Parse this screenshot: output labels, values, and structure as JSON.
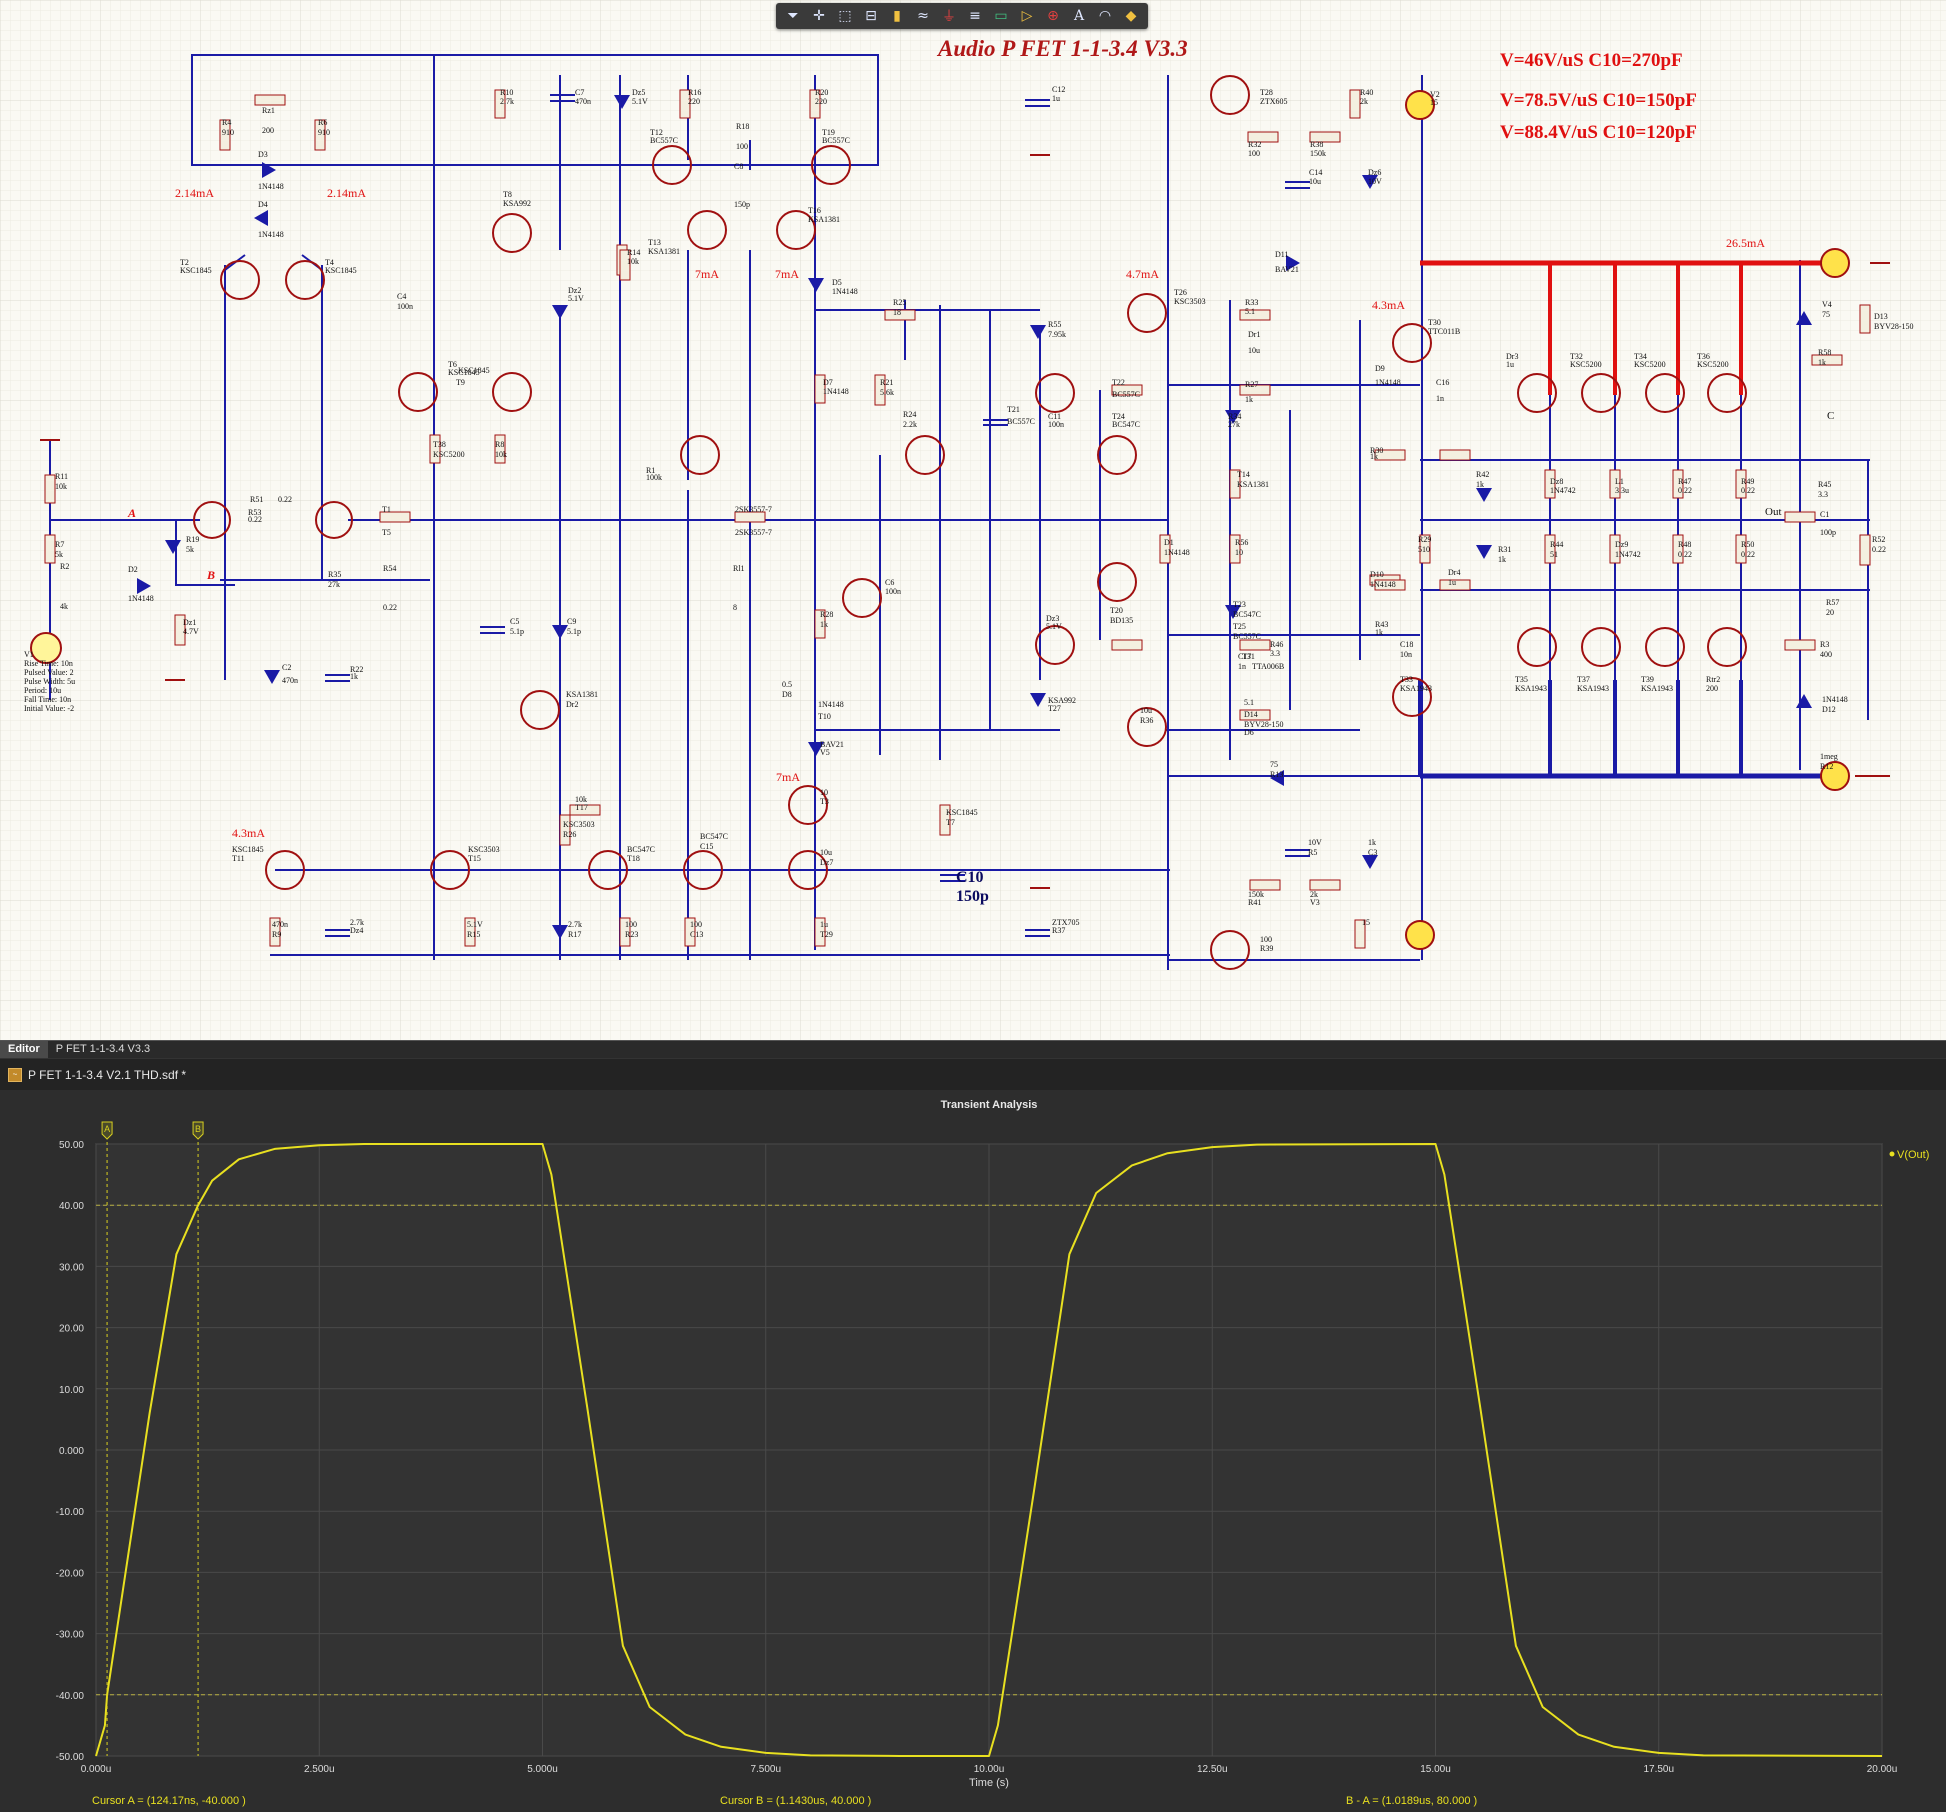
{
  "toolbar": {
    "items": [
      "filter-icon",
      "crosshair-icon",
      "select-box-icon",
      "align-icon",
      "component-icon",
      "wire-icon",
      "ground-icon",
      "bus-icon",
      "net-label-icon",
      "port-icon",
      "probe-icon",
      "text-icon",
      "arc-icon",
      "shape-icon"
    ]
  },
  "schematic": {
    "title": "Audio P FET 1-1-3.4 V3.3",
    "notes": [
      "V=46V/uS C10=270pF",
      "V=78.5V/uS C10=150pF",
      "V=88.4V/uS C10=120pF"
    ],
    "c10_label": "C10",
    "c10_value": "150p",
    "currents": [
      "2.14mA",
      "2.14mA",
      "7mA",
      "7mA",
      "4.7mA",
      "4.3mA",
      "26.5mA",
      "4.3mA",
      "7mA"
    ],
    "net_labels": [
      "A",
      "B",
      "Out",
      "C"
    ],
    "components": [
      "Rz1",
      "200",
      "R4",
      "910",
      "R6",
      "910",
      "D3",
      "1N4148",
      "D4",
      "1N4148",
      "T2",
      "KSC1845",
      "T4",
      "KSC1845",
      "R10",
      "2.7k",
      "C7",
      "470n",
      "Dz5",
      "5.1V",
      "R16",
      "220",
      "R20",
      "220",
      "T12",
      "BC557C",
      "T19",
      "BC557C",
      "R18",
      "100",
      "C8",
      "150p",
      "T8",
      "KSA992",
      "T13",
      "KSA1381",
      "T16",
      "KSA1381",
      "R14",
      "10k",
      "C12",
      "1u",
      "T28",
      "ZTX605",
      "R32",
      "100",
      "R38",
      "150k",
      "C14",
      "10u",
      "Dz6",
      "10V",
      "R40",
      "2k",
      "V2",
      "15",
      "D5",
      "1N4148",
      "Dz2",
      "5.1V",
      "C4",
      "100n",
      "T6",
      "KSC1845",
      "T9",
      "KSC1845",
      "R25",
      "18",
      "T26",
      "KSC3503",
      "R33",
      "5.1",
      "Dr1",
      "10u",
      "T30",
      "TTC011B",
      "D11",
      "BAV21",
      "V4",
      "75",
      "D13",
      "BYV28-150",
      "R58",
      "1k",
      "R55",
      "7.95k",
      "D7",
      "1N4148",
      "R21",
      "5.6k",
      "R24",
      "2.2k",
      "T21",
      "BC557C",
      "C11",
      "100n",
      "T22",
      "BC557C",
      "T24",
      "BC547C",
      "R27",
      "1k",
      "R34",
      "27k",
      "D9",
      "1N4148",
      "C16",
      "1n",
      "Dr3",
      "1u",
      "T32",
      "KSC5200",
      "T34",
      "KSC5200",
      "T36",
      "KSC5200",
      "T38",
      "KSC5200",
      "R8",
      "10k",
      "R11",
      "10k",
      "R1",
      "100k",
      "T14",
      "KSA1381",
      "R30",
      "1k",
      "R42",
      "1k",
      "R45",
      "3.3",
      "Dz8",
      "1N4742",
      "L1",
      "3.3u",
      "R47",
      "0.22",
      "R49",
      "0.22",
      "R51",
      "0.22",
      "R53",
      "0.22",
      "T1",
      "T5",
      "2SK3557-7",
      "2SK3557-7",
      "R7",
      "5k",
      "R19",
      "5k",
      "R2",
      "4k",
      "D2",
      "1N4148",
      "C1",
      "100p",
      "D1",
      "1N4148",
      "R56",
      "10",
      "R29",
      "510",
      "R31",
      "1k",
      "R44",
      "51",
      "Dz9",
      "1N4742",
      "R48",
      "0.22",
      "R50",
      "0.22",
      "R52",
      "0.22",
      "R54",
      "0.22",
      "Rl1",
      "8",
      "C5",
      "5.1p",
      "C9",
      "5.1p",
      "C6",
      "100n",
      "Dz3",
      "5.1V",
      "T20",
      "BD135",
      "T23",
      "BC547C",
      "T25",
      "BC557C",
      "D10",
      "1N4148",
      "R43",
      "1k",
      "R46",
      "3.3",
      "C17",
      "1n",
      "Dr4",
      "1u",
      "C18",
      "10n",
      "R57",
      "20",
      "R3",
      "400",
      "Dz1",
      "4.7V",
      "C2",
      "470n",
      "R22",
      "1k",
      "R28",
      "1k",
      "R35",
      "27k",
      "T31",
      "TTA006B",
      "T33",
      "KSA1943",
      "T35",
      "KSA1943",
      "T37",
      "KSA1943",
      "T39",
      "KSA1943",
      "Rtr2",
      "200",
      "0.5",
      "D8",
      "1N4148",
      "T10",
      "KSA992",
      "T27",
      "KSA1381",
      "Dr2",
      "10u",
      "R36",
      "5.1",
      "D14",
      "BYV28-150",
      "D6",
      "1N4148",
      "D12",
      "BAV21",
      "V5",
      "75",
      "R13",
      "1meg",
      "R12",
      "10k",
      "T17",
      "KSC3503",
      "R26",
      "10",
      "T3",
      "KSC1845",
      "T7",
      "KSC1845",
      "T11",
      "KSC3503",
      "T15",
      "BC547C",
      "T18",
      "BC547C",
      "C15",
      "10u",
      "Dz7",
      "10V",
      "R5",
      "1k",
      "C3",
      "470n",
      "R9",
      "2.7k",
      "Dz4",
      "5.1V",
      "R15",
      "2.7k",
      "R17",
      "100",
      "R23",
      "100",
      "C13",
      "1u",
      "T29",
      "ZTX705",
      "R37",
      "100",
      "R39",
      "150k",
      "R41",
      "2k",
      "V3",
      "15"
    ],
    "source_v1": {
      "name": "V1",
      "params": [
        "Rise Time: 10n",
        "Pulsed Value: 2",
        "Pulse Width: 5u",
        "Period: 10u",
        "Fall Time: 10n",
        "Initial Value: -2"
      ]
    }
  },
  "tabs": {
    "panel_tabs": [
      "Editor",
      "P FET 1-1-3.4 V3.3"
    ],
    "document": "P FET 1-1-3.4 V2.1 THD.sdf *"
  },
  "colors": {
    "schematic_wire": "#1a1aa6",
    "component_red": "#a01010",
    "power_rail": "#e01010",
    "trace": "#e8e020",
    "cursor": "#d8d020",
    "plot_bg": "#2d2d2d"
  },
  "plot": {
    "title": "Transient Analysis",
    "legend": "V(Out)",
    "xlabel": "Time (s)",
    "cursor_a_label": "A",
    "cursor_b_label": "B",
    "cursor_a_text": "Cursor A = (124.17ns, -40.000 )",
    "cursor_b_text": "Cursor B = (1.1430us, 40.000 )",
    "delta_text": "B - A = (1.0189us, 80.000 )"
  },
  "chart_data": {
    "type": "line",
    "title": "Transient Analysis",
    "xlabel": "Time (s)",
    "ylabel": "",
    "x_ticks": [
      "0.000u",
      "2.500u",
      "5.000u",
      "7.500u",
      "10.00u",
      "12.50u",
      "15.00u",
      "17.50u",
      "20.00u"
    ],
    "y_ticks": [
      "50.00",
      "40.00",
      "30.00",
      "20.00",
      "10.00",
      "0.000",
      "-10.00",
      "-20.00",
      "-30.00",
      "-40.00",
      "-50.00"
    ],
    "xlim": [
      0,
      20
    ],
    "ylim": [
      -50,
      50
    ],
    "x_unit": "us",
    "series": [
      {
        "name": "V(Out)",
        "x": [
          0.0,
          0.1,
          0.124,
          0.3,
          0.6,
          0.9,
          1.143,
          1.3,
          1.6,
          2.0,
          2.5,
          3.0,
          3.5,
          5.0,
          5.1,
          5.5,
          5.9,
          6.2,
          6.6,
          7.0,
          7.5,
          8.0,
          9.0,
          10.0,
          10.1,
          10.5,
          10.9,
          11.2,
          11.6,
          12.0,
          12.5,
          13.0,
          15.0,
          15.1,
          15.5,
          15.9,
          16.2,
          16.6,
          17.0,
          17.5,
          18.0,
          20.0
        ],
        "y": [
          -50.0,
          -45.0,
          -40.0,
          -23.0,
          6.0,
          32.0,
          40.0,
          44.0,
          47.5,
          49.2,
          49.8,
          50.0,
          50.0,
          50.0,
          45.0,
          7.0,
          -32.0,
          -42.0,
          -46.5,
          -48.5,
          -49.5,
          -49.9,
          -50.0,
          -50.0,
          -45.0,
          -7.0,
          32.0,
          42.0,
          46.5,
          48.5,
          49.5,
          49.9,
          50.0,
          45.0,
          7.0,
          -32.0,
          -42.0,
          -46.5,
          -48.5,
          -49.5,
          -49.9,
          -50.0
        ]
      }
    ],
    "cursors": [
      {
        "name": "A",
        "x": 0.124,
        "y": -40.0
      },
      {
        "name": "B",
        "x": 1.143,
        "y": 40.0
      }
    ],
    "reference_lines": [
      40.0,
      -40.0
    ],
    "legend": "top-right",
    "grid": true
  }
}
